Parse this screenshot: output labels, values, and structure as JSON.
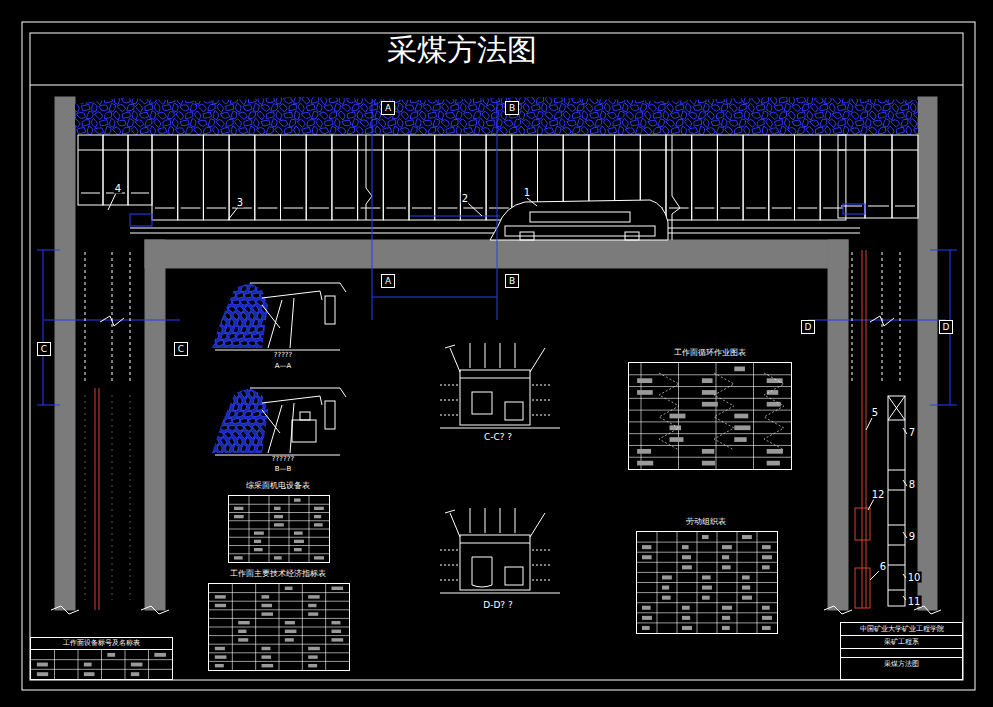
{
  "diagram": {
    "title": "采煤方法图",
    "nodes": [
      {
        "text": [
          "中国矿业大学矿业工程学院",
          "采矿工程系",
          "采煤方法图"
        ]
      },
      {
        "text": [
          "工作面循环作业图表"
        ]
      },
      {
        "text": [
          "综采面机电设备表"
        ]
      },
      {
        "text": [
          "工作面主要技术经济指标表"
        ]
      },
      {
        "text": [
          "劳动组织表"
        ]
      },
      {
        "text": [
          "工作面设备标号及名称表"
        ]
      },
      {
        "text": [
          "A"
        ]
      },
      {
        "text": [
          "B"
        ]
      },
      {
        "text": [
          "A"
        ]
      },
      {
        "text": [
          "B"
        ]
      },
      {
        "text": [
          "C"
        ]
      },
      {
        "text": [
          "C"
        ]
      },
      {
        "text": [
          "D"
        ]
      },
      {
        "text": [
          "D"
        ]
      }
    ],
    "labels": [
      "1",
      "2",
      "3",
      "4",
      "5",
      "6",
      "7",
      "8",
      "9",
      "10",
      "11",
      "12",
      "?????",
      "A—A",
      "??????",
      "B—B",
      "C-C? ?",
      "D-D? ?"
    ]
  }
}
